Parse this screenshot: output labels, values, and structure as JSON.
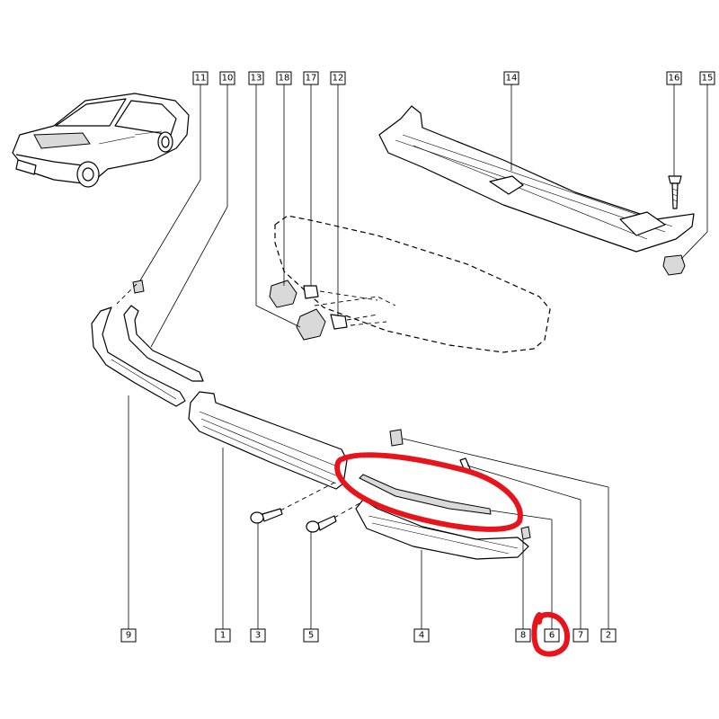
{
  "labels": {
    "n1": "1",
    "n2": "2",
    "n3": "3",
    "n4": "4",
    "n5": "5",
    "n6": "6",
    "n7": "7",
    "n8": "8",
    "n9": "9",
    "n10": "10",
    "n11": "11",
    "n12": "12",
    "n13": "13",
    "n14": "14",
    "n15": "15",
    "n16": "16",
    "n17": "17",
    "n18": "18"
  },
  "colors": {
    "highlight": "#e8141c",
    "line": "#000000",
    "background": "#ffffff"
  }
}
